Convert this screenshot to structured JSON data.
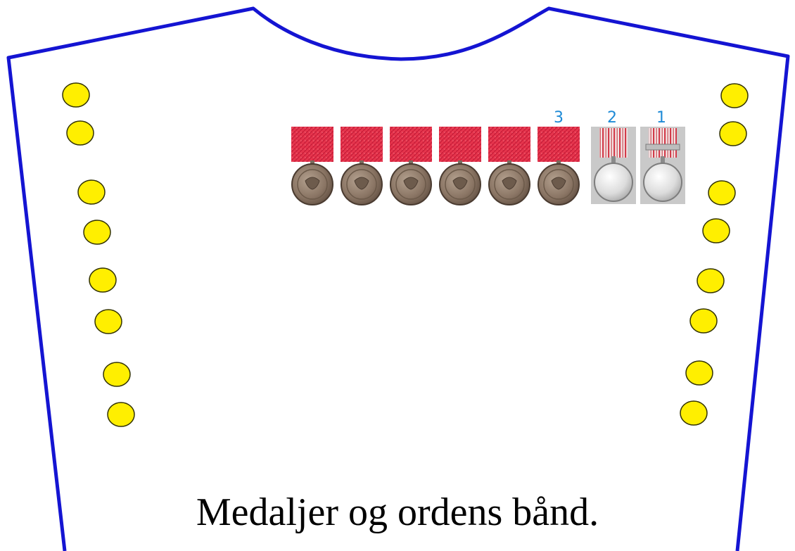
{
  "caption": "Medaljer og ordens bånd.",
  "colors": {
    "outline": "#1414d2",
    "button_fill": "#ffef00",
    "button_stroke": "#333300",
    "number_label": "#1e8ad6",
    "red_ribbon": "#e5344c",
    "bronze_medal": "#8a7564",
    "silver_medal": "#d9d9d9"
  },
  "buttons": {
    "left_count": 8,
    "right_count": 8
  },
  "medals": [
    {
      "kind": "red-ribbon-bronze"
    },
    {
      "kind": "red-ribbon-bronze"
    },
    {
      "kind": "red-ribbon-bronze"
    },
    {
      "kind": "red-ribbon-bronze"
    },
    {
      "kind": "red-ribbon-bronze"
    },
    {
      "kind": "red-ribbon-bronze",
      "number": "3"
    },
    {
      "kind": "striped-silver",
      "number": "2"
    },
    {
      "kind": "striped-silver-clasp",
      "number": "1"
    }
  ]
}
